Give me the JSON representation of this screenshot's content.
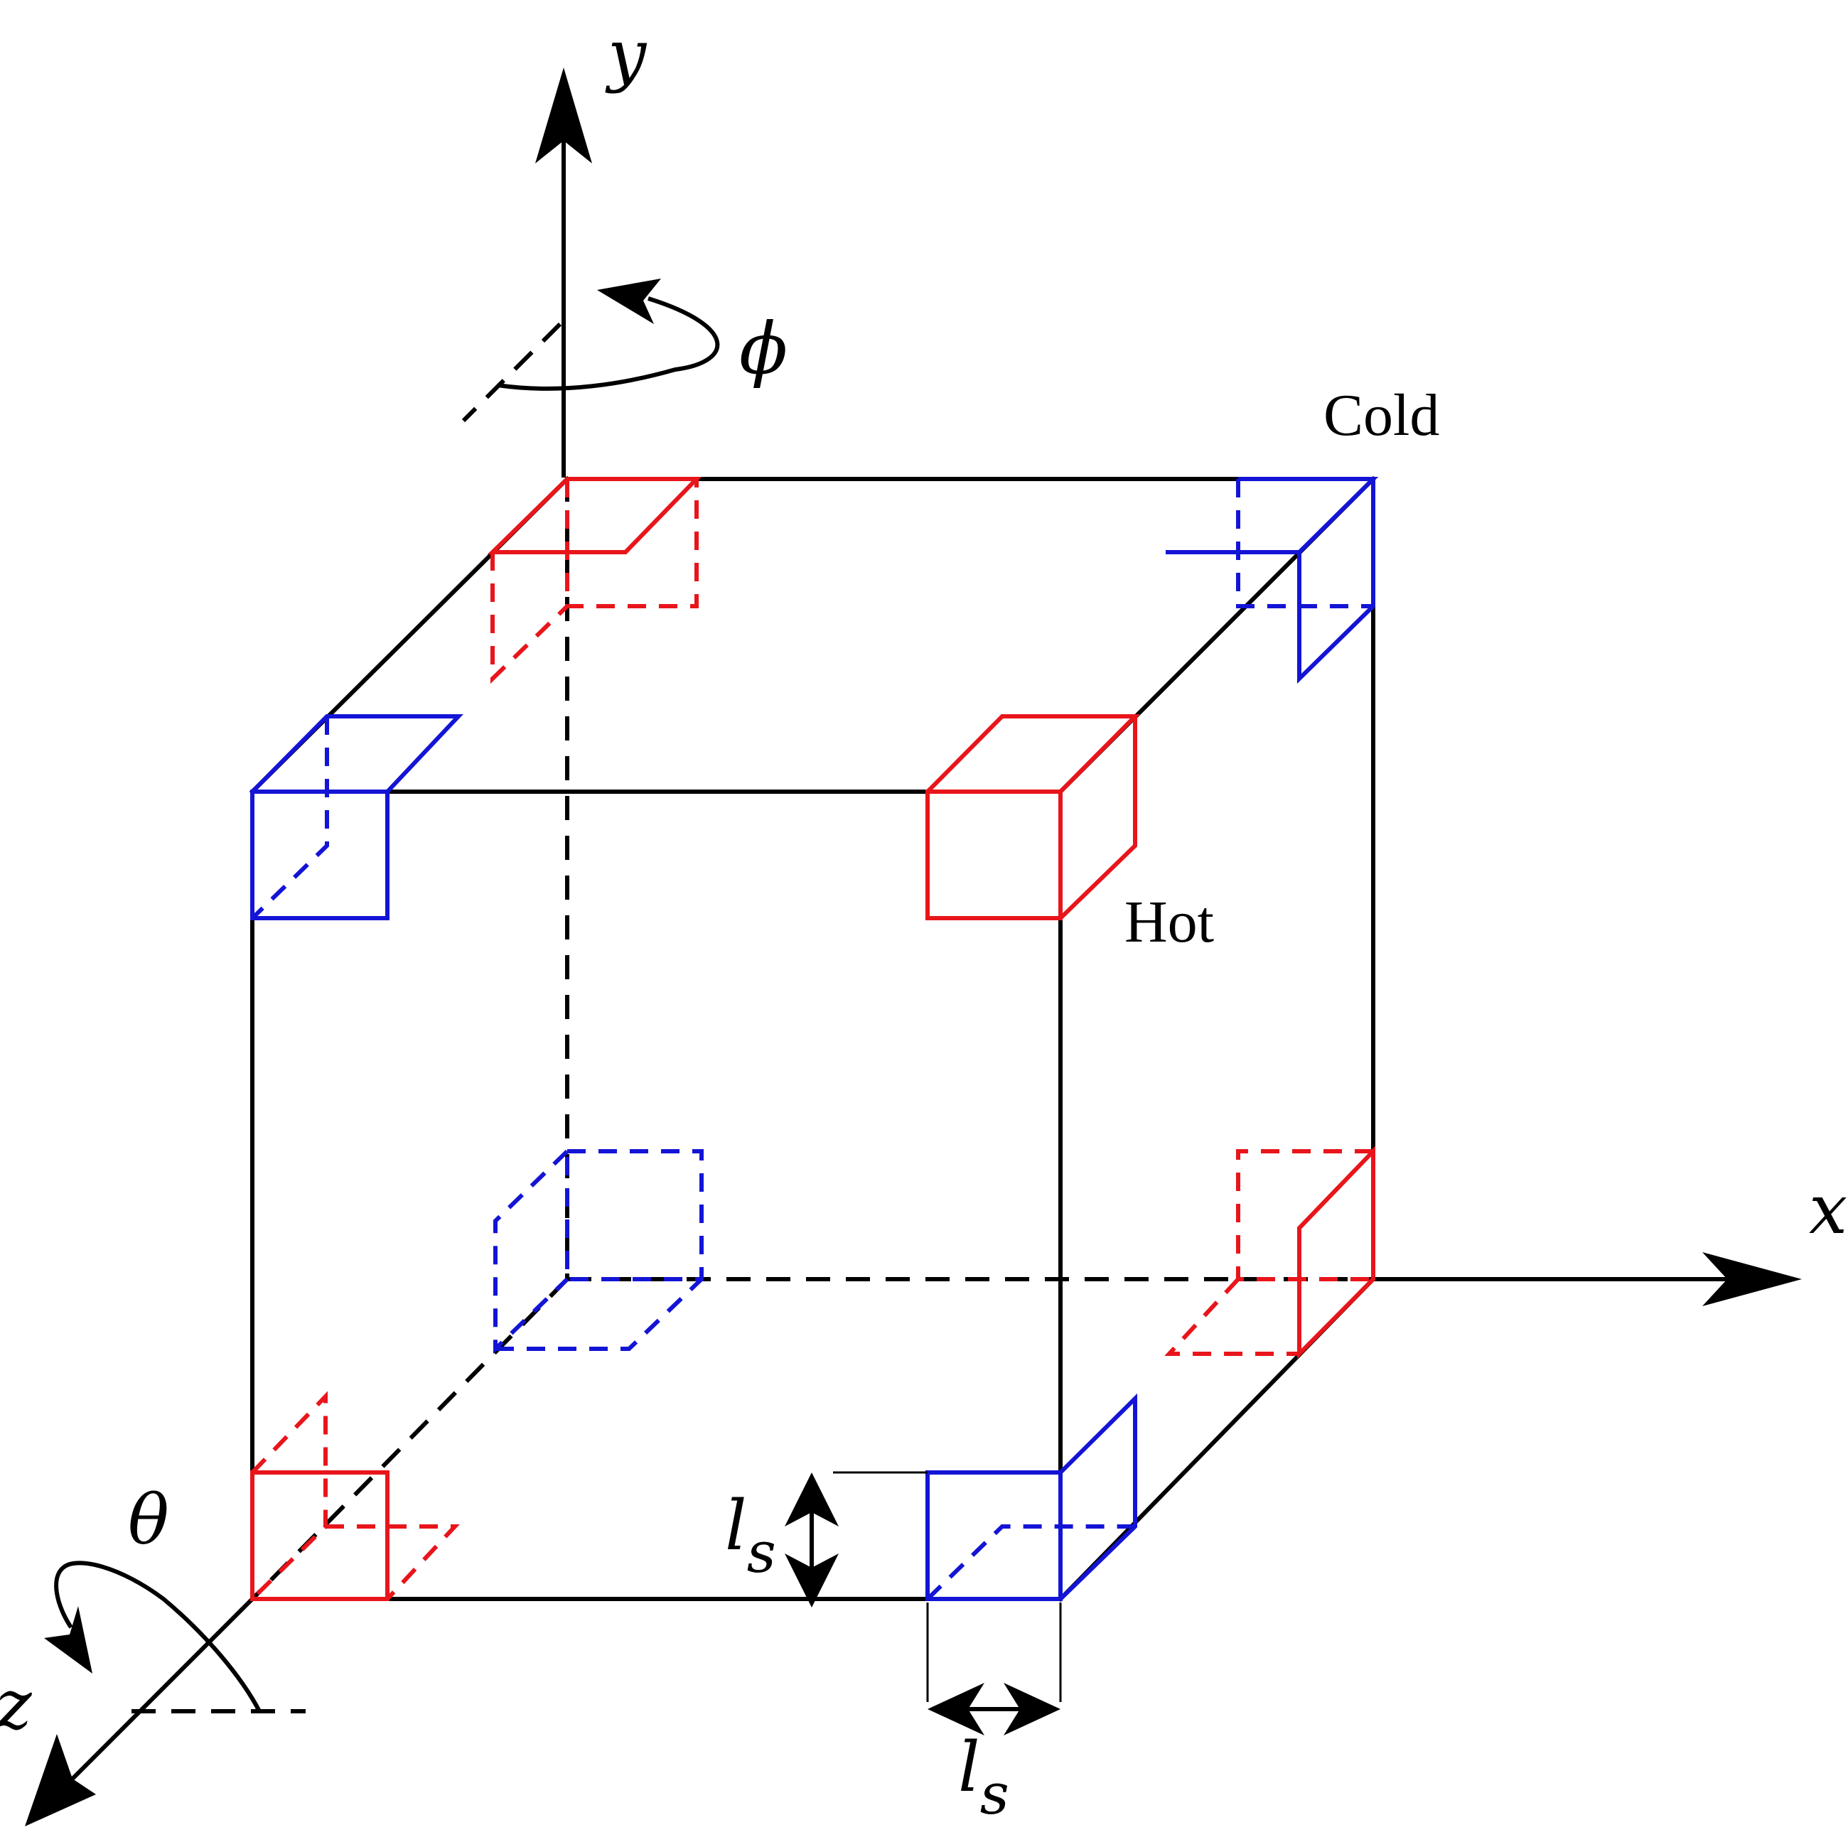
{
  "labels": {
    "y_axis": "y",
    "x_axis": "x",
    "z_axis": "z",
    "phi": "ϕ",
    "theta": "θ",
    "cold": "Cold",
    "hot": "Hot",
    "ls_base": "l",
    "ls_sub": "s"
  },
  "colors": {
    "hot": "#e8151b",
    "cold": "#1414d6",
    "edge": "#000000"
  }
}
